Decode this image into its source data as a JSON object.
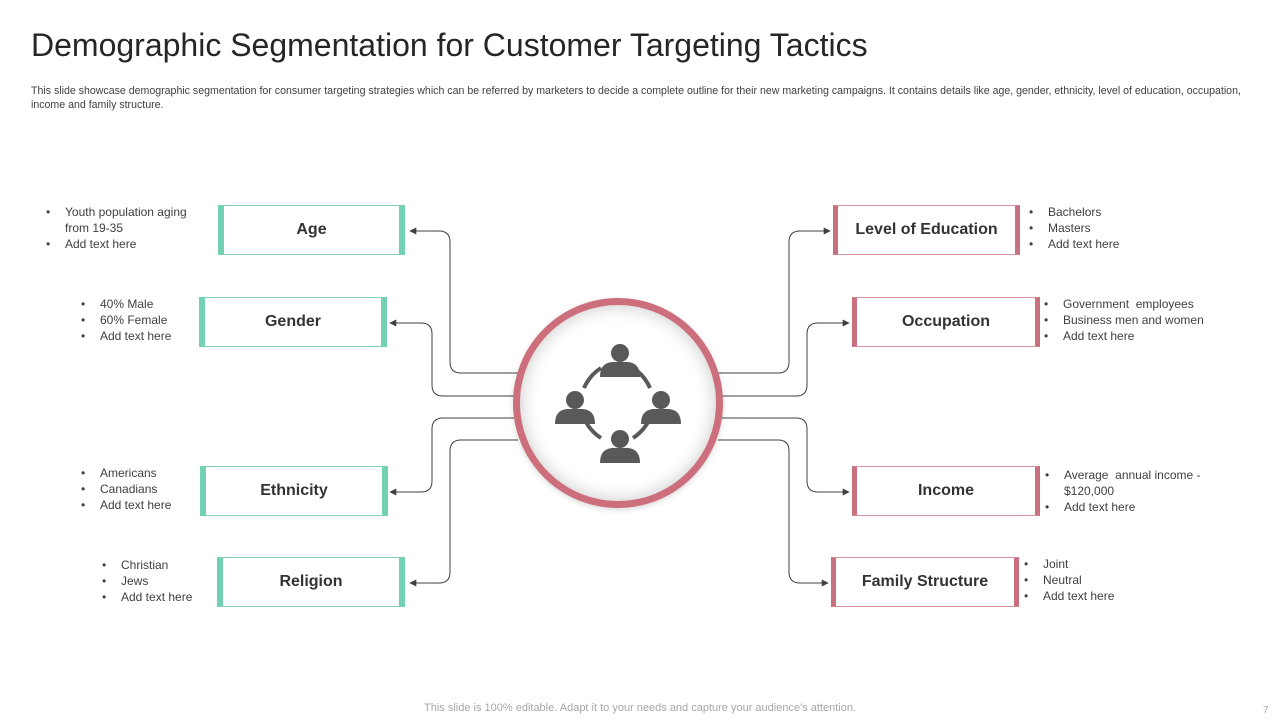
{
  "header": {
    "title": "Demographic Segmentation for Customer Targeting Tactics",
    "description": "This slide showcase demographic segmentation for consumer targeting strategies which can be referred by marketers to decide a complete outline for their new marketing campaigns. It contains details like age, gender, ethnicity, level of education, occupation, income and family structure."
  },
  "colors": {
    "left_accent": "#72d1b2",
    "right_accent": "#c8707d",
    "hub_ring": "#cc6e7b",
    "icon": "#595959"
  },
  "hub": {
    "icon": "people-network-icon"
  },
  "left_segments": [
    {
      "label": "Age",
      "bullets": [
        "Youth population aging from 19-35",
        "Add text here"
      ]
    },
    {
      "label": "Gender",
      "bullets": [
        "40% Male",
        "60% Female",
        "Add text here"
      ]
    },
    {
      "label": "Ethnicity",
      "bullets": [
        "Americans",
        "Canadians",
        "Add text here"
      ]
    },
    {
      "label": "Religion",
      "bullets": [
        "Christian",
        "Jews",
        "Add text here"
      ]
    }
  ],
  "right_segments": [
    {
      "label": "Level of Education",
      "bullets": [
        "Bachelors",
        "Masters",
        "Add text here"
      ]
    },
    {
      "label": "Occupation",
      "bullets": [
        "Government  employees",
        "Business men and women",
        "Add text here"
      ]
    },
    {
      "label": "Income",
      "bullets": [
        "Average  annual income - $120,000",
        "Add text here"
      ]
    },
    {
      "label": "Family Structure",
      "bullets": [
        "Joint",
        "Neutral",
        "Add text here"
      ]
    }
  ],
  "footer": {
    "note": "This slide is 100% editable. Adapt it to your needs and capture your audience's attention.",
    "page_number": "7"
  }
}
